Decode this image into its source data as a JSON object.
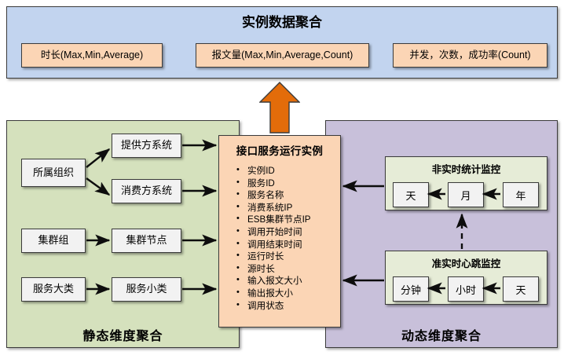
{
  "top_panel": {
    "title": "实例数据聚合",
    "metrics": [
      "时长(Max,Min,Average)",
      "报文量(Max,Min,Average,Count)",
      "并发，次数，成功率(Count)"
    ],
    "background_color": "#c2d4ef",
    "metric_box_color": "#fbd5b5"
  },
  "flow_arrow": {
    "direction": "up",
    "color": "#e36c0a"
  },
  "center": {
    "title": "接口服务运行实例",
    "fields": [
      "实例ID",
      "服务ID",
      "服务名称",
      "消费系统IP",
      "ESB集群节点IP",
      "调用开始时间",
      "调用结束时间",
      "运行时长",
      "源时长",
      "输入报文大小",
      "输出报大小",
      "调用状态"
    ],
    "background_color": "#fbd5b5"
  },
  "left_panel": {
    "label": "静态维度聚合",
    "background_color": "#d5e1bd",
    "nodes": {
      "org": "所属组织",
      "provider": "提供方系统",
      "consumer": "消费方系统",
      "cluster_group": "集群组",
      "cluster_node": "集群节点",
      "service_major": "服务大类",
      "service_minor": "服务小类"
    }
  },
  "right_panel": {
    "label": "动态维度聚合",
    "background_color": "#c8c0da",
    "groups": [
      {
        "title": "非实时统计监控",
        "units": [
          "天",
          "月",
          "年"
        ]
      },
      {
        "title": "准实时心跳监控",
        "units": [
          "分钟",
          "小时",
          "天"
        ]
      }
    ]
  }
}
